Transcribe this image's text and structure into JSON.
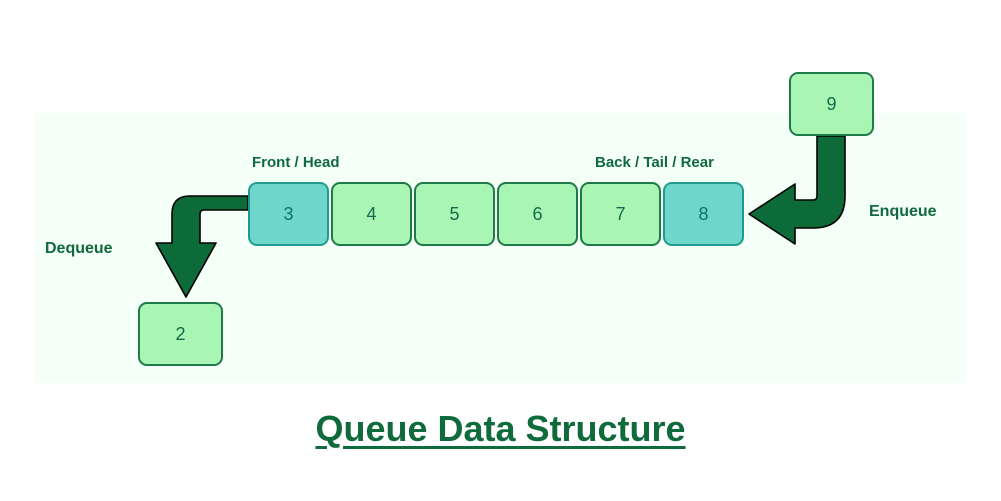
{
  "title": "Queue Data Structure",
  "panel": {
    "background_color": "#f4fff7"
  },
  "colors": {
    "cell_fill": "#a9f5b4",
    "cell_border": "#1f7a49",
    "accent_fill": "#6fd6cb",
    "accent_border": "#219b91",
    "text_green": "#11693f",
    "arrow_fill": "#0c6b38",
    "arrow_stroke": "#000000",
    "title_color": "#0f6b3b"
  },
  "labels": {
    "front": "Front / Head",
    "back": "Back / Tail / Rear",
    "dequeue": "Dequeue",
    "enqueue": "Enqueue"
  },
  "queue": {
    "cells": [
      {
        "value": "3",
        "role": "front",
        "highlight": true
      },
      {
        "value": "4",
        "role": "middle",
        "highlight": false
      },
      {
        "value": "5",
        "role": "middle",
        "highlight": false
      },
      {
        "value": "6",
        "role": "middle",
        "highlight": false
      },
      {
        "value": "7",
        "role": "middle",
        "highlight": false
      },
      {
        "value": "8",
        "role": "rear",
        "highlight": true
      }
    ]
  },
  "enqueue_element": {
    "value": "9"
  },
  "dequeue_element": {
    "value": "2"
  },
  "icons": {
    "enqueue_arrow": "elbow-arrow-left-icon",
    "dequeue_arrow": "elbow-arrow-down-icon"
  }
}
